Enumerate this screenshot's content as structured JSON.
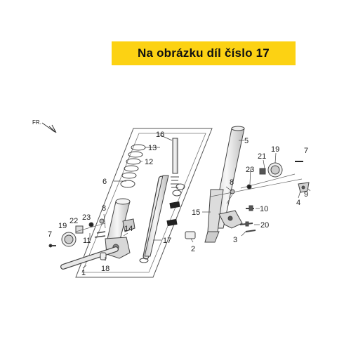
{
  "banner": {
    "text": "Na obrázku díl číslo 17"
  },
  "direction_label": "FR.",
  "callouts": {
    "c1": "1",
    "c2": "2",
    "c3": "3",
    "c4": "4",
    "c5": "5",
    "c6": "6",
    "c7a": "7",
    "c7b": "7",
    "c8a": "8",
    "c8b": "8",
    "c9": "9",
    "c10": "10",
    "c11": "11",
    "c12": "12",
    "c13": "13",
    "c14": "14",
    "c15": "15",
    "c16": "16",
    "c17": "17",
    "c18": "18",
    "c19a": "19",
    "c19b": "19",
    "c20": "20",
    "c21": "21",
    "c22": "22",
    "c23a": "23",
    "c23b": "23"
  },
  "colors": {
    "banner": "#fcd213",
    "line": "#444444",
    "part_fill": "#e9e9e9",
    "dark": "#222222"
  }
}
